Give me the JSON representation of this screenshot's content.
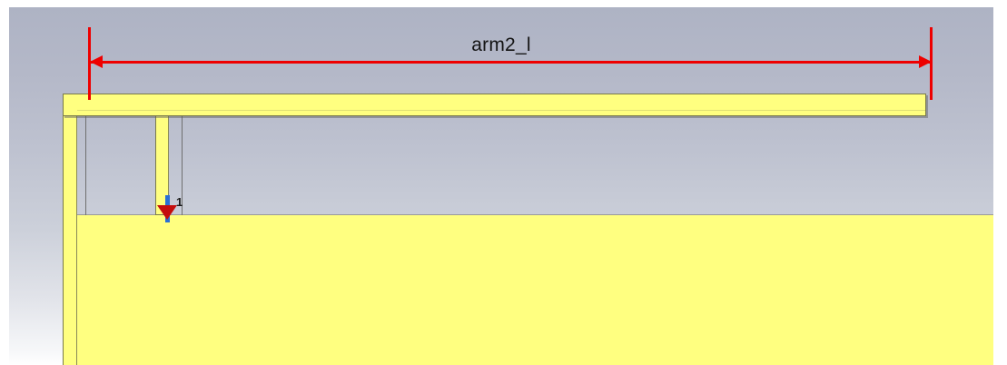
{
  "viewport": {
    "name": "cad-3d-viewport",
    "background_top_color": "#aeb3c4",
    "background_bottom_color": "#ffffff"
  },
  "dimension": {
    "label": "arm2_l",
    "color": "#ee0000",
    "arrow_left": "◀",
    "arrow_right": "▶"
  },
  "marker": {
    "label": "1",
    "triangle_color": "#c40d0d",
    "stem_color": "#2a6fd4"
  },
  "model": {
    "part_color": "#ffff80",
    "edge_color": "#7a7a4a",
    "parts": [
      {
        "name": "left-column",
        "label": "left vertical column"
      },
      {
        "name": "top-beam",
        "label": "top horizontal beam"
      },
      {
        "name": "middle-column",
        "label": "middle narrow column"
      },
      {
        "name": "base-block",
        "label": "base block"
      }
    ]
  }
}
